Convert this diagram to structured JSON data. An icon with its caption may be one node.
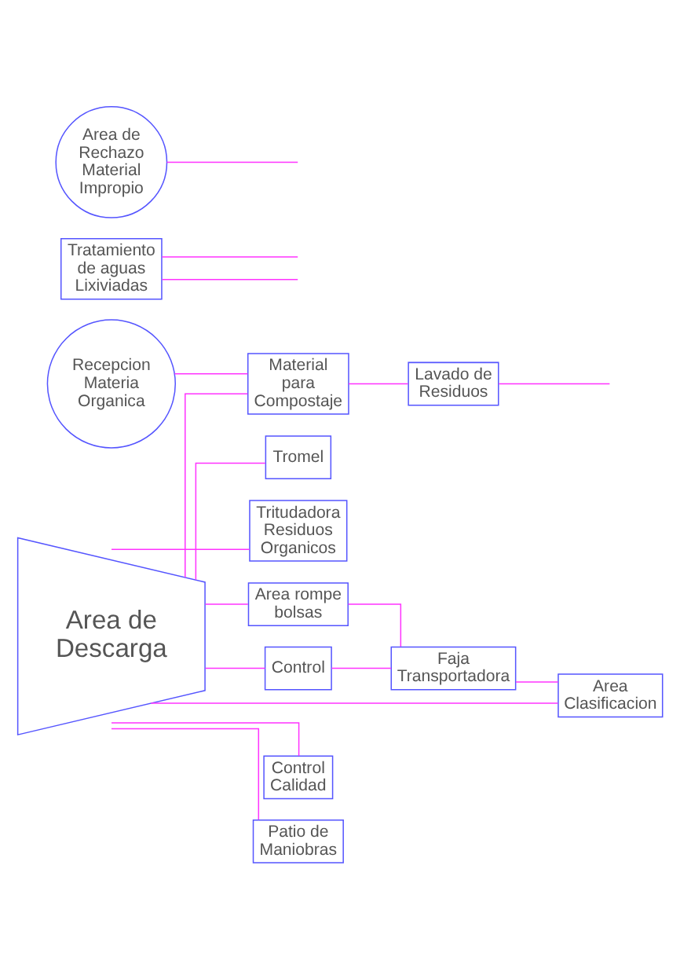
{
  "diagram": {
    "nodes": [
      {
        "text": [
          "Material para Compostaje"
        ]
      },
      {
        "text": [
          "Recepcion Materia Organica"
        ]
      },
      {
        "text": [
          "Tromel"
        ]
      },
      {
        "text": [
          "Tritudadora Residuos Organicos"
        ]
      },
      {
        "text": [
          "Lavado de Residuos"
        ]
      },
      {
        "text": [
          "Area rompe bolsas"
        ]
      },
      {
        "text": [
          "Area de Descarga"
        ]
      },
      {
        "text": [
          "Control"
        ]
      },
      {
        "text": [
          "Faja Transportadora"
        ]
      },
      {
        "text": [
          "Area Clasificacion"
        ]
      },
      {
        "text": [
          "Tratamiento de aguas Lixiviadas"
        ]
      },
      {
        "text": [
          "Area de Rechazo Material Impropio"
        ]
      },
      {
        "text": [
          "Control Calidad"
        ]
      },
      {
        "text": [
          "Patio de Maniobras"
        ]
      }
    ],
    "edges": [
      {
        "from": 1,
        "to": 0,
        "arrow": "none"
      },
      {
        "from": 6,
        "to": 0,
        "arrow": "none"
      },
      {
        "from": 6,
        "to": 2,
        "arrow": "none"
      },
      {
        "from": 6,
        "to": 3,
        "arrow": "none"
      },
      {
        "from": 6,
        "to": 5,
        "arrow": "none"
      },
      {
        "from": 6,
        "to": 7,
        "arrow": "none"
      },
      {
        "from": 6,
        "to": 9,
        "arrow": "none"
      },
      {
        "from": 6,
        "to": 12,
        "arrow": "none"
      },
      {
        "from": 6,
        "to": 13,
        "arrow": "none"
      },
      {
        "from": 0,
        "to": 4,
        "arrow": "none"
      },
      {
        "from": 5,
        "to": 8,
        "arrow": "none"
      },
      {
        "from": 7,
        "to": 8,
        "arrow": "none"
      },
      {
        "from": 8,
        "to": 9,
        "arrow": "none"
      },
      {
        "from": 4,
        "to": null,
        "arrow": "none"
      },
      {
        "from": 10,
        "to": null,
        "arrow": "none"
      },
      {
        "from": 10,
        "to": null,
        "arrow": "none"
      },
      {
        "from": 11,
        "to": null,
        "arrow": "none"
      }
    ]
  }
}
